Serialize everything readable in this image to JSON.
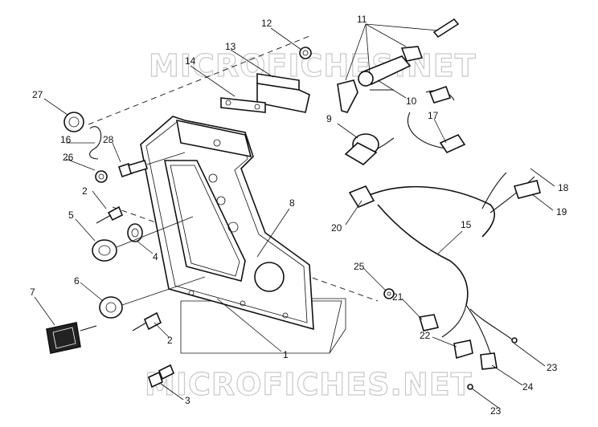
{
  "watermarks": [
    "MICROFICHES.NET",
    "MICROFICHES.NET"
  ],
  "callouts": [
    "1",
    "2",
    "2",
    "3",
    "4",
    "5",
    "6",
    "7",
    "8",
    "9",
    "10",
    "11",
    "12",
    "13",
    "14",
    "15",
    "16",
    "17",
    "18",
    "19",
    "20",
    "21",
    "22",
    "23",
    "23",
    "24",
    "25",
    "26",
    "27",
    "28"
  ],
  "colors": {
    "ink": "#111111",
    "watermark_outline": "#c8c8c8",
    "background": "#ffffff"
  }
}
